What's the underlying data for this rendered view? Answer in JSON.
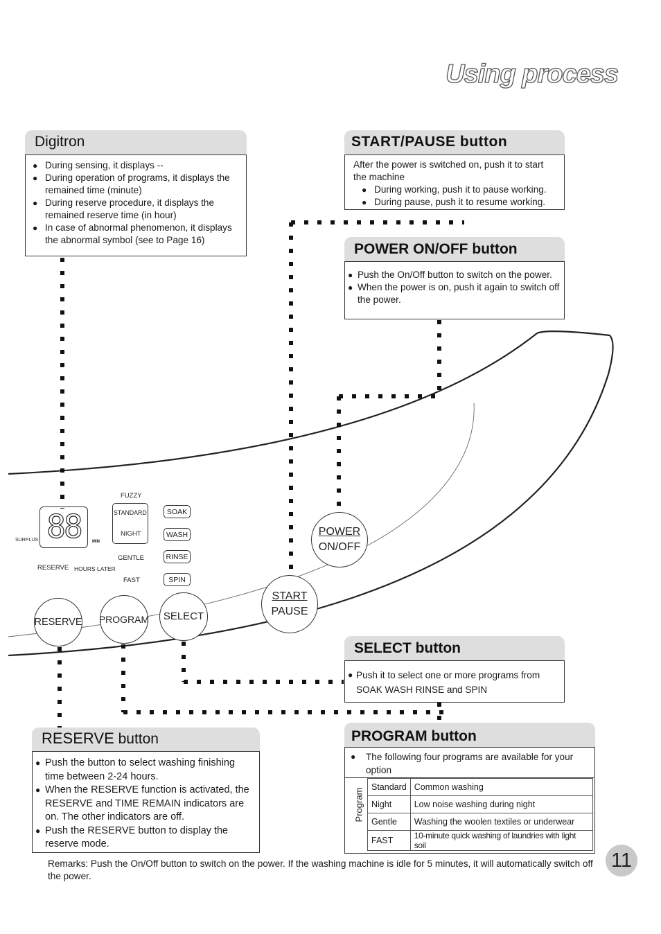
{
  "page_title": "Using process",
  "digitron": {
    "heading": "Digitron",
    "items": [
      "During sensing, it displays --",
      "During operation of programs, it displays the remained time (minute)",
      "During reserve procedure, it displays the remained reserve time (in hour)",
      "In case of abnormal phenomenon, it displays the abnormal symbol (see to Page 16)"
    ]
  },
  "start_pause": {
    "heading": "START/PAUSE button",
    "intro": "After the power is switched on, push it to start the machine",
    "items": [
      "During working, push it to pause working.",
      "During pause, push it to resume working."
    ]
  },
  "power": {
    "heading": "POWER ON/OFF button",
    "items": [
      "Push the On/Off button to switch on the power.",
      "When the power is on, push it again to switch off the power."
    ]
  },
  "select": {
    "heading": "SELECT button",
    "items": [
      "Push it to select one or more programs from SOAK WASH  RINSE and SPIN"
    ]
  },
  "reserve": {
    "heading_a": "RESERVE",
    "heading_b": "button",
    "items": [
      "Push the button to select washing finishing time between 2-24 hours.",
      "When the RESERVE function is activated, the RESERVE and TIME REMAIN indicators are on. The other indicators are off.",
      "Push the RESERVE button to display the reserve mode."
    ]
  },
  "program": {
    "heading": "PROGRAM button",
    "intro": "The following four programs are available for your option",
    "side_label": "Program",
    "rows": [
      {
        "name": "Standard",
        "desc": "Common washing"
      },
      {
        "name": "Night",
        "desc": "Low noise washing during night"
      },
      {
        "name": "Gentle",
        "desc": "Washing the woolen textiles or underwear"
      },
      {
        "name": "FAST",
        "desc": "10-minute quick washing of laundries with light soil"
      }
    ]
  },
  "panel": {
    "display_digits": "88",
    "surplus": "SURPLUS",
    "min": "MIN",
    "reserve_label": "RESERVE",
    "hours_later": "HOURS LATER",
    "modes": [
      "FUZZY",
      "STANDARD",
      "NIGHT",
      "GENTLE",
      "FAST"
    ],
    "steps": [
      "SOAK",
      "WASH",
      "RINSE",
      "SPIN"
    ],
    "btn_reserve": "RESERVE",
    "btn_program": "PROGRAM",
    "btn_select": "SELECT",
    "btn_start_1": "START",
    "btn_start_2": "PAUSE",
    "btn_power_1": "POWER",
    "btn_power_2": "ON/OFF"
  },
  "remarks": "Remarks: Push the On/Off button to switch on the power. If the washing machine is idle for 5 minutes, it will automatically switch off the power.",
  "page_number": "11"
}
